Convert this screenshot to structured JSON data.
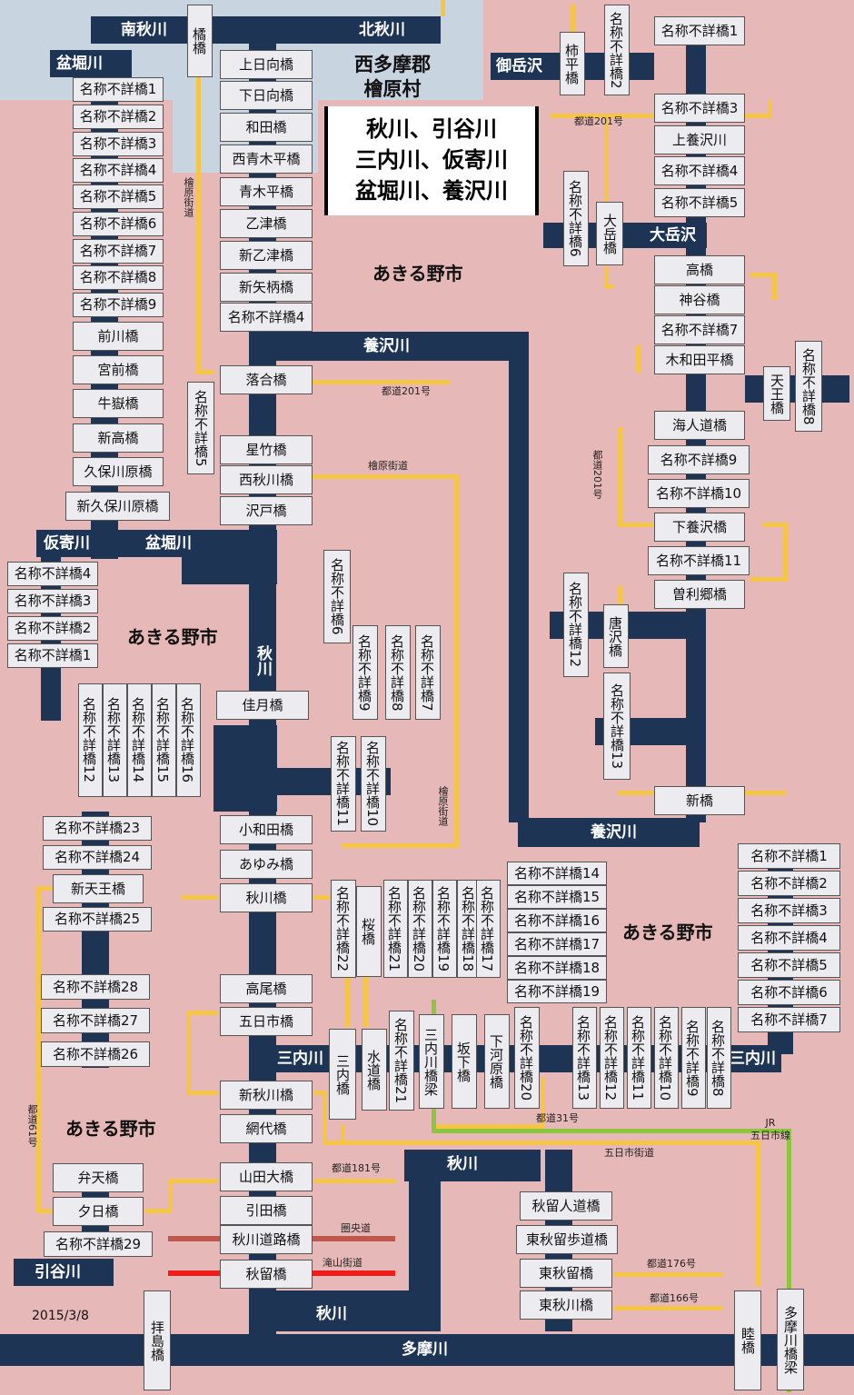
{
  "title": {
    "line1": "秋川、引谷川",
    "line2": "三内川、仮寄川",
    "line3": "盆堀川、養沢川"
  },
  "region": "西多摩郡\n檜原村",
  "city_labels": [
    "あきる野市",
    "あきる野市",
    "あきる野市",
    "あきる野市"
  ],
  "date": "2015/3/8",
  "colors": {
    "river": "#1e3454",
    "road": "#f5c646",
    "rail": "#8cc63e",
    "expressway": "#c0574c",
    "highway": "#ef1c1c",
    "region_fill": "#c8d4e0",
    "background": "#e7b8b8"
  },
  "rivers": [
    "南秋川",
    "北秋川",
    "盆堀川",
    "御岳沢",
    "大岳沢",
    "養沢川",
    "仮寄川",
    "盆堀川",
    "秋川",
    "養沢川",
    "三内川",
    "三内川",
    "秋川",
    "秋川",
    "引谷川",
    "多摩川",
    "天王橋"
  ],
  "roads": [
    "都道201号",
    "檜原街道",
    "都道201号",
    "檜原街道",
    "都道201号",
    "檜原街道",
    "都道31号",
    "五日市街道",
    "都道181号",
    "圏央道",
    "滝山街道",
    "都道176号",
    "都道166号",
    "都道61号",
    "JR\n五日市線"
  ],
  "bridges_h": [
    "上日向橋",
    "下日向橋",
    "和田橋",
    "西青木平橋",
    "青木平橋",
    "乙津橋",
    "新乙津橋",
    "新矢柄橋",
    "名称不詳橋4",
    "落合橋",
    "星竹橋",
    "西秋川橋",
    "沢戸橋",
    "佳月橋",
    "小和田橋",
    "あゆみ橋",
    "秋川橋",
    "高尾橋",
    "五日市橋",
    "新秋川橋",
    "網代橋",
    "山田大橋",
    "引田橋",
    "秋川道路橋",
    "秋留橋",
    "名称不詳橋1",
    "名称不詳橋2",
    "名称不詳橋3",
    "名称不詳橋4",
    "名称不詳橋5",
    "名称不詳橋6",
    "名称不詳橋7",
    "名称不詳橋8",
    "名称不詳橋9",
    "前川橋",
    "宮前橋",
    "牛嶽橋",
    "新高橋",
    "久保川原橋",
    "新久保川原橋",
    "名称不詳橋4",
    "名称不詳橋3",
    "名称不詳橋2",
    "名称不詳橋1",
    "名称不詳橋23",
    "名称不詳橋24",
    "新天王橋",
    "名称不詳橋25",
    "名称不詳橋28",
    "名称不詳橋27",
    "名称不詳橋26",
    "弁天橋",
    "夕日橋",
    "名称不詳橋29",
    "名称不詳橋1",
    "名称不詳橋3",
    "上養沢川",
    "名称不詳橋4",
    "名称不詳橋5",
    "高橋",
    "神谷橋",
    "名称不詳橋7",
    "木和田平橋",
    "海人道橋",
    "名称不詳橋9",
    "名称不詳橋10",
    "下養沢橋",
    "名称不詳橋11",
    "曽利郷橋",
    "新橋",
    "名称不詳橋14",
    "名称不詳橋15",
    "名称不詳橋16",
    "名称不詳橋17",
    "名称不詳橋18",
    "名称不詳橋19",
    "名称不詳橋1",
    "名称不詳橋2",
    "名称不詳橋3",
    "名称不詳橋4",
    "名称不詳橋5",
    "名称不詳橋6",
    "名称不詳橋7",
    "秋留人道橋",
    "東秋留歩道橋",
    "東秋留橋",
    "東秋川橋"
  ],
  "bridges_v": [
    "橘橋",
    "名称不詳橋5",
    "名称不詳橋6",
    "名称不詳橋9",
    "名称不詳橋8",
    "名称不詳橋7",
    "名称不詳橋12",
    "名称不詳橋13",
    "名称不詳橋14",
    "名称不詳橋15",
    "名称不詳橋16",
    "名称不詳橋11",
    "名称不詳橋10",
    "名称不詳橋22",
    "桜橋",
    "名称不詳橋21",
    "名称不詳橋20",
    "名称不詳橋19",
    "名称不詳橋18",
    "名称不詳橋17",
    "三内橋",
    "水道橋",
    "名称不詳橋21",
    "三内川橋梁",
    "坂下橋",
    "下河原橋",
    "名称不詳橋20",
    "名称不詳橋13",
    "名称不詳橋12",
    "名称不詳橋11",
    "名称不詳橋10",
    "名称不詳橋9",
    "名称不詳橋8",
    "柿平橋",
    "名称不詳橋2",
    "名称不詳橋6",
    "大岳橋",
    "名称不詳橋8",
    "名称不詳橋12",
    "唐沢橋",
    "名称不詳橋13",
    "拝島橋",
    "睦橋",
    "多摩川橋梁"
  ]
}
